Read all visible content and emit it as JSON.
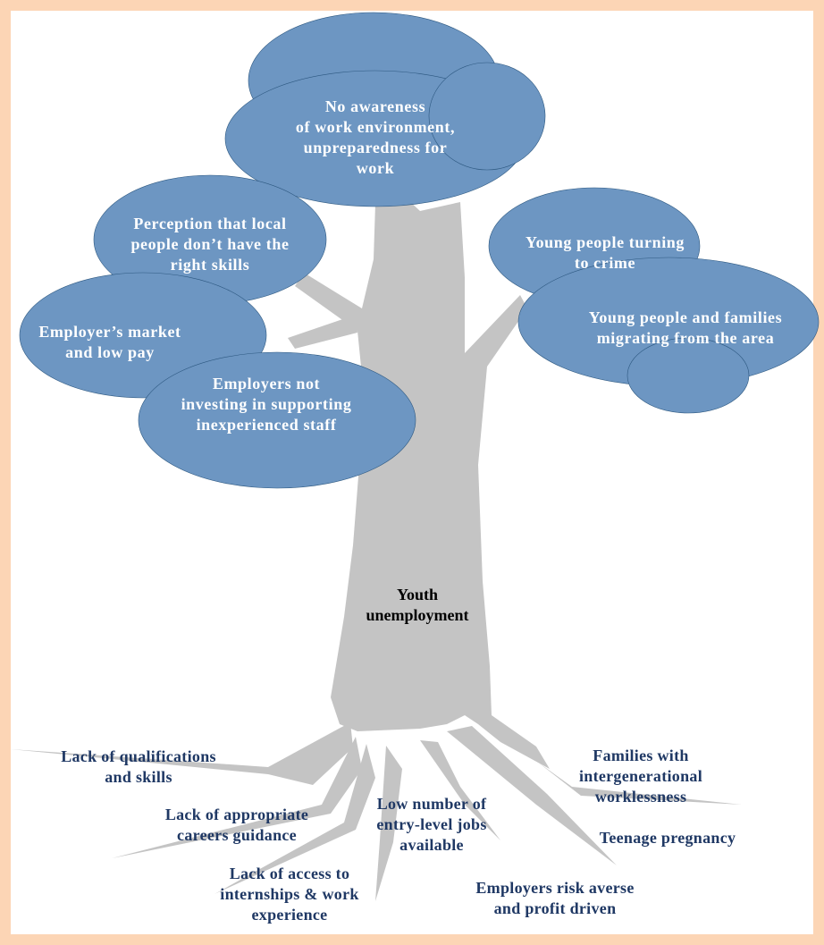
{
  "colors": {
    "frame": "#fcd5b5",
    "canopy": "#6d96c2",
    "canopy_edge": "#2d5880",
    "trunk": "#c4c4c4",
    "leaf_text": "#ffffff",
    "root_text": "#1f3864"
  },
  "trunk_label": "Youth\nunemployment",
  "effects": [
    {
      "text": "No awareness\nof work environment,\nunpreparedness for\nwork"
    },
    {
      "text": "Perception that local\npeople don’t have the\nright skills"
    },
    {
      "text": "Employer’s market\nand low pay"
    },
    {
      "text": "Employers not\ninvesting in supporting\ninexperienced staff"
    },
    {
      "text": "Young people turning\nto crime"
    },
    {
      "text": "Young people and families\nmigrating from the area"
    }
  ],
  "causes": [
    {
      "text": "Lack of qualifications\nand skills"
    },
    {
      "text": "Lack of appropriate\ncareers guidance"
    },
    {
      "text": "Lack of access to\ninternships & work\nexperience"
    },
    {
      "text": "Low number of\nentry-level jobs\navailable"
    },
    {
      "text": "Families with\nintergenerational\nworklessness"
    },
    {
      "text": "Teenage pregnancy"
    },
    {
      "text": "Employers risk averse\nand profit driven"
    }
  ]
}
